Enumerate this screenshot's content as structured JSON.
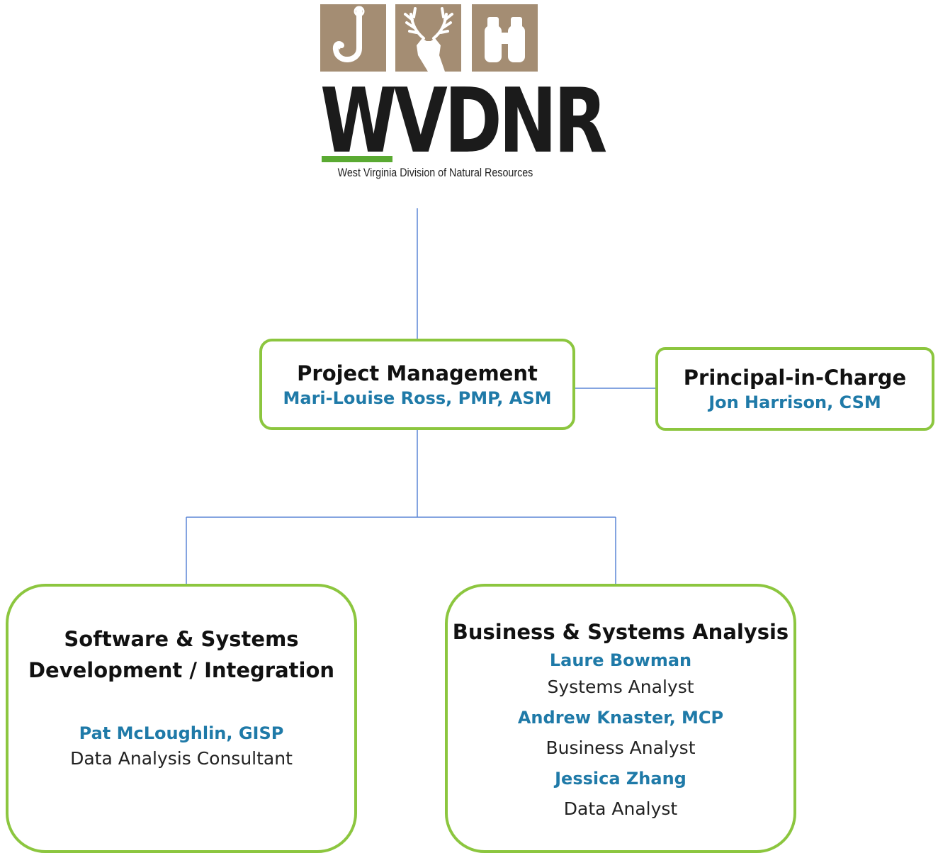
{
  "logo": {
    "wordmark": "WVDNR",
    "subtitle": "West Virginia Division of Natural Resources",
    "tiles": [
      "fish-hook-icon",
      "deer-icon",
      "binoculars-icon"
    ],
    "colors": {
      "tile": "#a48d73",
      "wordmark": "#1b1b1b",
      "accent_bar": "#5aaa32"
    }
  },
  "boxes": {
    "project_management": {
      "title": "Project Management",
      "person": "Mari-Louise Ross, PMP, ASM"
    },
    "principal": {
      "title": "Principal-in-Charge",
      "person": "Jon Harrison, CSM"
    },
    "software": {
      "title_line1": "Software & Systems",
      "title_line2": "Development / Integration",
      "members": [
        {
          "name": "Pat McLoughlin, GISP",
          "role": "Data Analysis Consultant"
        }
      ]
    },
    "business": {
      "title": "Business & Systems Analysis",
      "members": [
        {
          "name": "Laure Bowman",
          "role": "Systems Analyst"
        },
        {
          "name": "Andrew Knaster, MCP",
          "role": "Business Analyst"
        },
        {
          "name": "Jessica Zhang",
          "role": "Data Analyst"
        }
      ]
    }
  },
  "colors": {
    "box_border": "#8cc63f",
    "person_text": "#1f7aa8",
    "connector": "#5b86d6"
  }
}
